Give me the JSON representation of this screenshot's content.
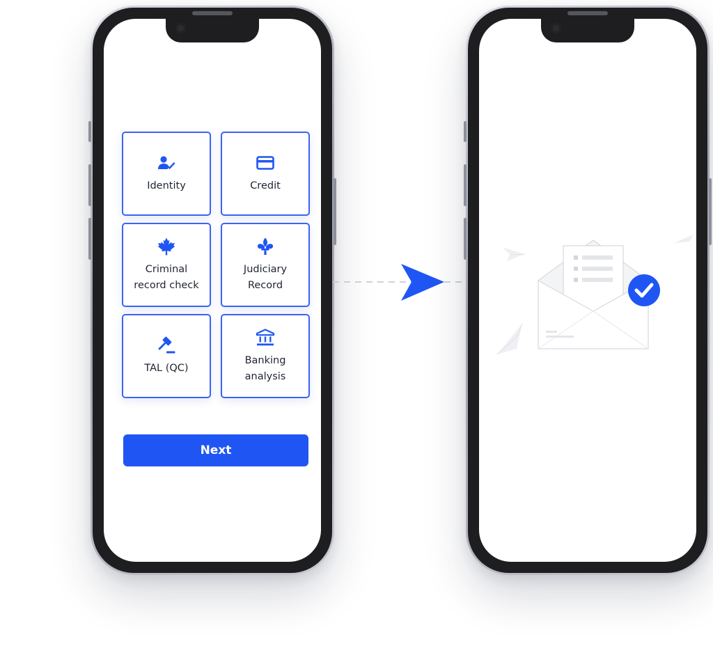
{
  "left_screen": {
    "tiles": [
      {
        "label": "Identity",
        "icon": "user-check-icon"
      },
      {
        "label": "Credit",
        "icon": "credit-card-icon"
      },
      {
        "label": "Criminal\nrecord check",
        "icon": "maple-leaf-icon"
      },
      {
        "label": "Judiciary\nRecord",
        "icon": "fleur-de-lis-icon"
      },
      {
        "label": "TAL (QC)",
        "icon": "gavel-icon"
      },
      {
        "label": "Banking\nanalysis",
        "icon": "bank-icon"
      }
    ],
    "next_label": "Next"
  },
  "right_screen": {
    "illustration": "envelope-check-icon"
  },
  "colors": {
    "accent": "#1f56f3",
    "tile_border": "#3b63f0",
    "text": "#1f2430",
    "frame": "#1e1e20"
  }
}
